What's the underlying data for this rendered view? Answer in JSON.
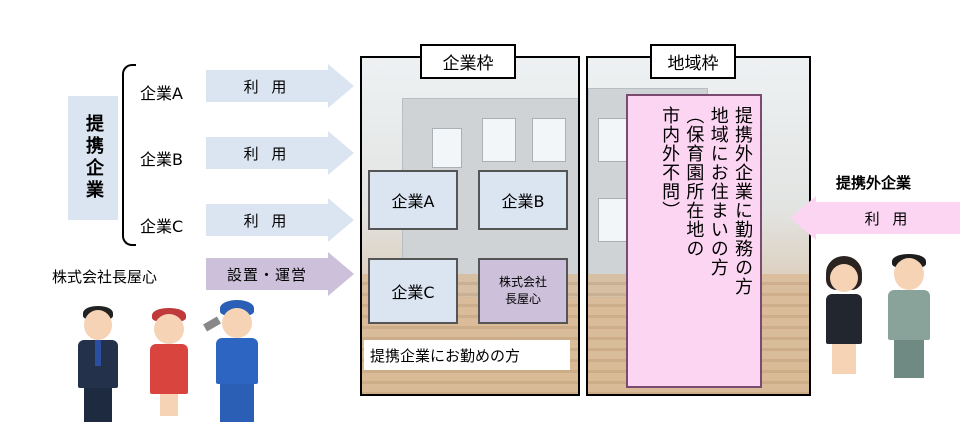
{
  "left": {
    "teikei_kigyo": "提携企業",
    "companies": [
      {
        "name": "企業A",
        "arrow": "利 用"
      },
      {
        "name": "企業B",
        "arrow": "利 用"
      },
      {
        "name": "企業C",
        "arrow": "利 用"
      }
    ],
    "nagaya": "株式会社長屋心",
    "nagaya_arrow": "設置・運営"
  },
  "kigyo_waku": {
    "title": "企業枠",
    "boxes": [
      "企業A",
      "企業B",
      "企業C"
    ],
    "nagaya_box": "株式会社\n長屋心",
    "employee_label": "提携企業にお勤めの方"
  },
  "chiiki_waku": {
    "title": "地域枠",
    "description": "提携外企業に勤務の方\n地域にお住まいの方\n（保育園所在地の\n市内外不問）"
  },
  "right": {
    "label": "提携外企業",
    "arrow": "利 用"
  },
  "colors": {
    "light_blue": "#dbe5f1",
    "light_purple": "#ccc0da",
    "pink": "#fbd5f1"
  }
}
